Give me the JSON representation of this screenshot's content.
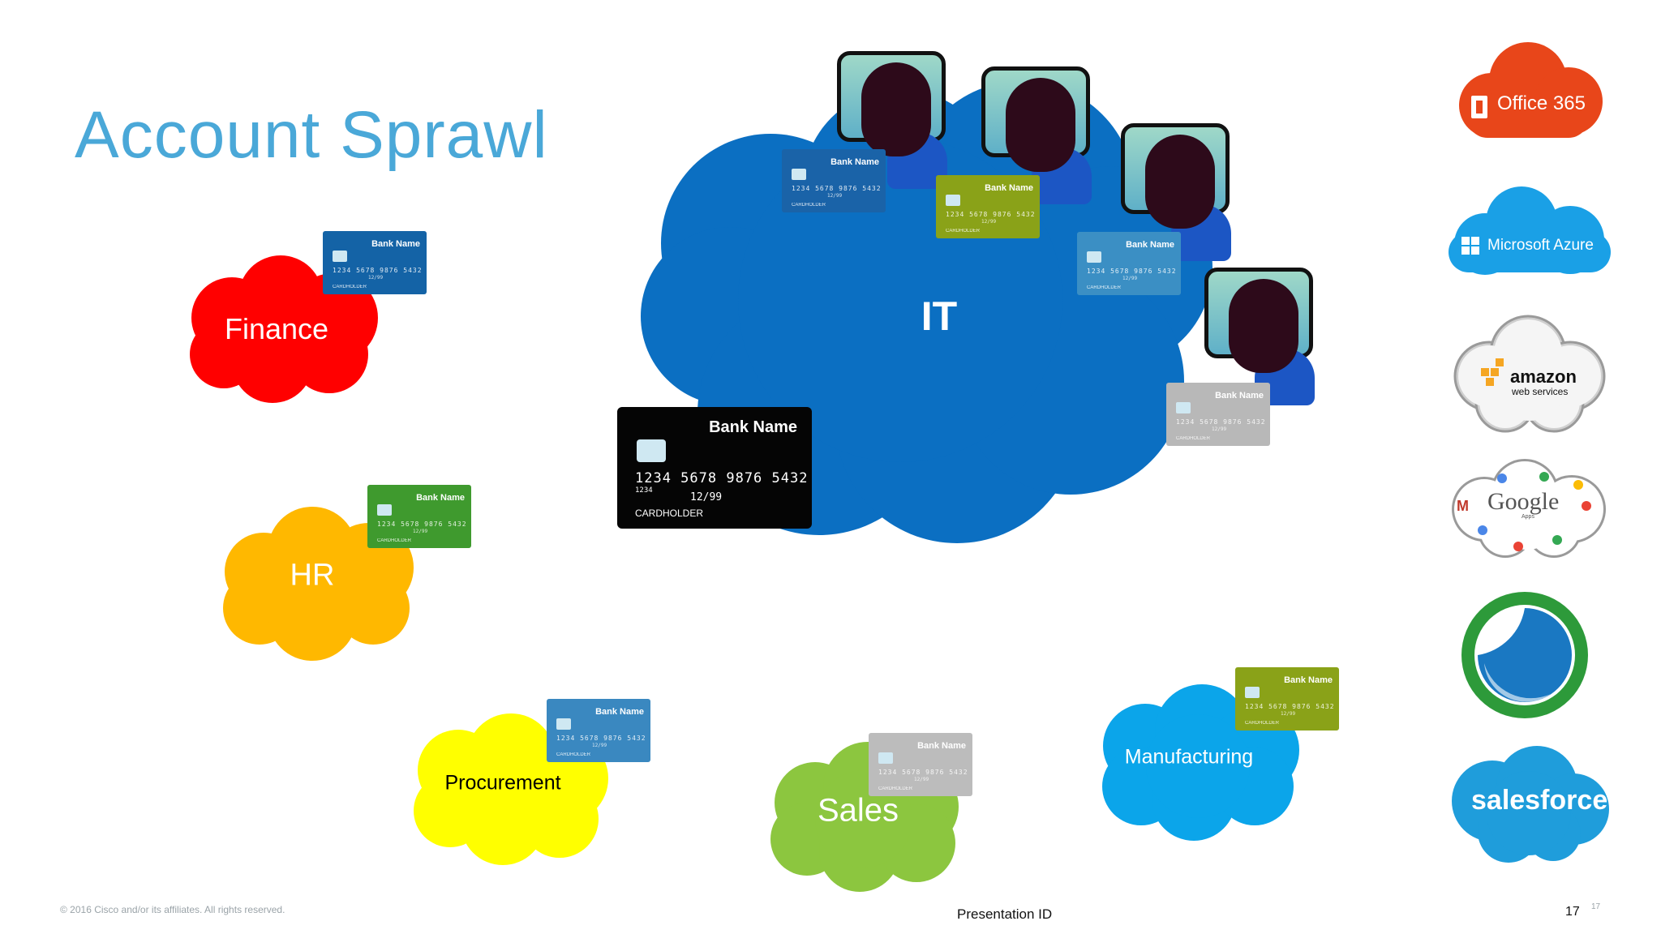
{
  "slide": {
    "title": "Account Sprawl",
    "footer_copyright": "© 2016 Cisco and/or its affiliates. All rights reserved.",
    "footer_presentation": "Presentation ID",
    "page_number": "17",
    "page_number_small": "17"
  },
  "departments": {
    "it": "IT",
    "finance": "Finance",
    "hr": "HR",
    "procurement": "Procurement",
    "sales": "Sales",
    "manufacturing": "Manufacturing"
  },
  "card": {
    "bank": "Bank Name",
    "number": "1234 5678 9876 5432",
    "sub": "1234",
    "exp": "12/99",
    "holder": "CARDHOLDER"
  },
  "cloud_apps": {
    "office365": "Office 365",
    "azure": "Microsoft Azure",
    "amazon": "amazon",
    "amazon_sub": "web services",
    "google": "Google",
    "google_sub": "Apps",
    "salesforce": "salesforce"
  },
  "colors": {
    "it": "#0b6fc2",
    "finance": "#ff0000",
    "hr": "#ffb800",
    "procurement": "#ffff00",
    "sales": "#8cc63f",
    "manufacturing": "#0ba5ea",
    "title": "#4aa8d8"
  },
  "icons": [
    "office-365-logo",
    "microsoft-azure-logo",
    "amazon-web-services-logo",
    "google-apps-logo",
    "webex-logo",
    "salesforce-logo"
  ]
}
